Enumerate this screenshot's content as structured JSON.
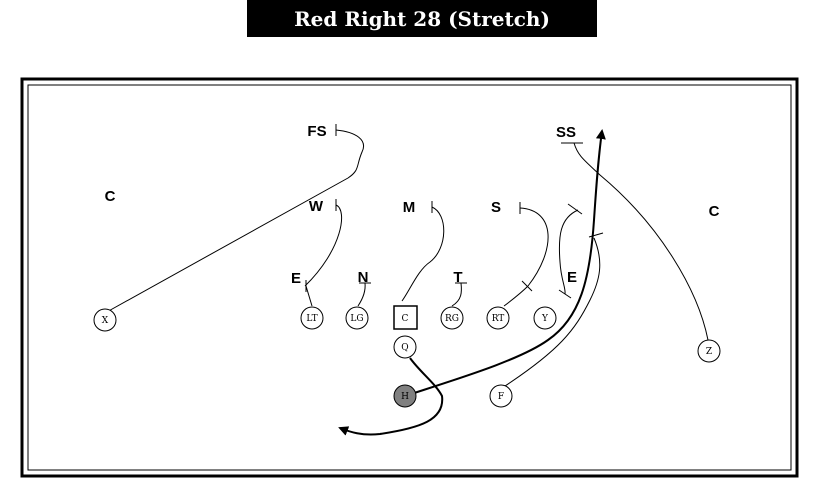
{
  "title": "Red Right 28 (Stretch)",
  "colors": {
    "background": "#ffffff",
    "line": "#000000",
    "title_bg": "#000000",
    "title_text": "#ffffff",
    "ballcarrier_fill": "#808080"
  },
  "defense": {
    "fs": "FS",
    "ss": "SS",
    "c_left": "C",
    "c_right": "C",
    "w": "W",
    "m": "M",
    "s": "S",
    "e_left": "E",
    "n": "N",
    "t": "T",
    "e_right": "E"
  },
  "offense": {
    "x": "X",
    "lt": "LT",
    "lg": "LG",
    "c": "C",
    "rg": "RG",
    "rt": "RT",
    "y": "Y",
    "z": "Z",
    "q": "Q",
    "h": "H",
    "f": "F"
  }
}
